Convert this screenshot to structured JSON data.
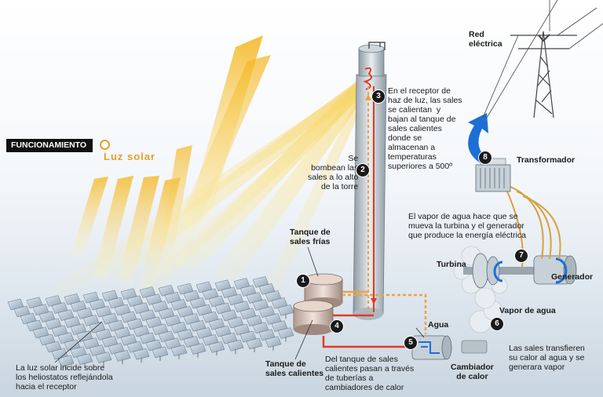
{
  "header": {
    "tag": "FUNCIONAMIENTO"
  },
  "labels": {
    "luz_solar": "Luz solar",
    "red_electrica": "Red\neléctrica",
    "receptor": "En el receptor de\nhaz de luz, las sales\nse calientan  y\nbajan al tanque de\nsales calientes\ndonde se\nalmacenan a\ntemperaturas\nsuperiores a 500º",
    "bombeo": "Se\nbombean las\nsales a lo alto\nde la torre",
    "transformador": "Transformador",
    "vapor_turbina": "El vapor de agua hace que se\nmueva la turbina y el generador\nque produce la energía eléctrica",
    "tanque_frias": "Tanque de\nsales frías",
    "tanque_calientes": "Tanque de\nsales calientes",
    "turbina": "Turbina",
    "generador": "Generador",
    "vapor_agua": "Vapor de agua",
    "agua": "Agua",
    "sales_transfieren": "Las sales transfieren\nsu calor al agua y se\ngenerara vapor",
    "cambiador": "Cambiador\nde calor",
    "tuberias": "Del tanque de sales\ncalientes pasan a través\nde tuberías a\ncambiadores de calor",
    "heliostatos": "La luz solar incide sobre\nlos heliostatos reflejándola\nhacia el receptor"
  },
  "steps": [
    "1",
    "2",
    "3",
    "4",
    "5",
    "6",
    "7",
    "8"
  ],
  "colors": {
    "hot": "#e03a2a",
    "cold": "#f0a040",
    "sun": "#f5c842",
    "steel": "#b9c4cc",
    "arrow": "#1d6fd6"
  }
}
